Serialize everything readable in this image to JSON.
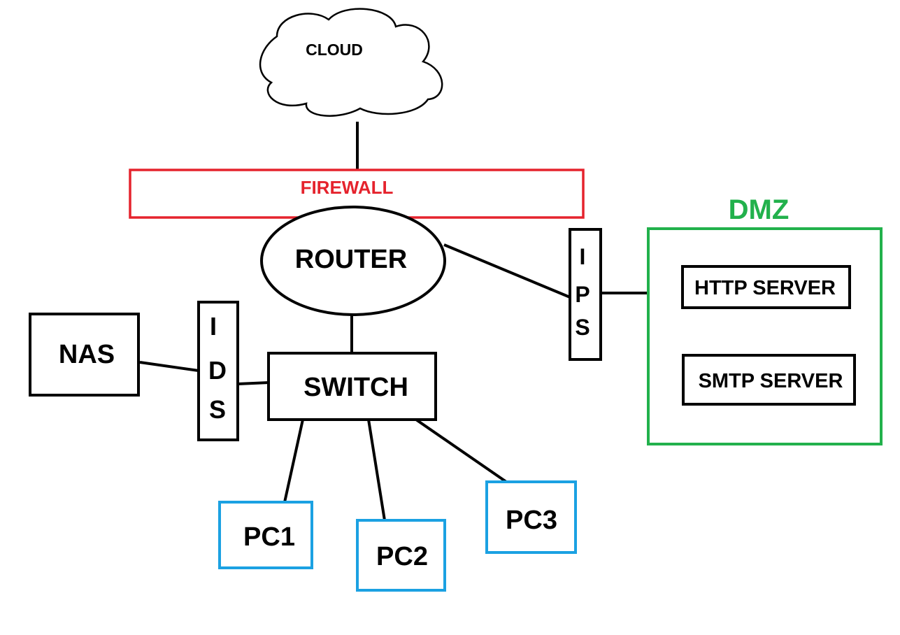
{
  "nodes": {
    "cloud": "CLOUD",
    "firewall": "FIREWALL",
    "router": "ROUTER",
    "switch": "SWITCH",
    "nas": "NAS",
    "ids": [
      "I",
      "D",
      "S"
    ],
    "ips": [
      "I",
      "P",
      "S"
    ],
    "dmz_title": "DMZ",
    "http_server": "HTTP SERVER",
    "smtp_server": "SMTP SERVER",
    "pc1": "PC1",
    "pc2": "PC2",
    "pc3": "PC3"
  },
  "colors": {
    "line": "#000000",
    "firewall": "#e5232d",
    "dmz": "#22b14c",
    "pc": "#1ba1e2"
  }
}
